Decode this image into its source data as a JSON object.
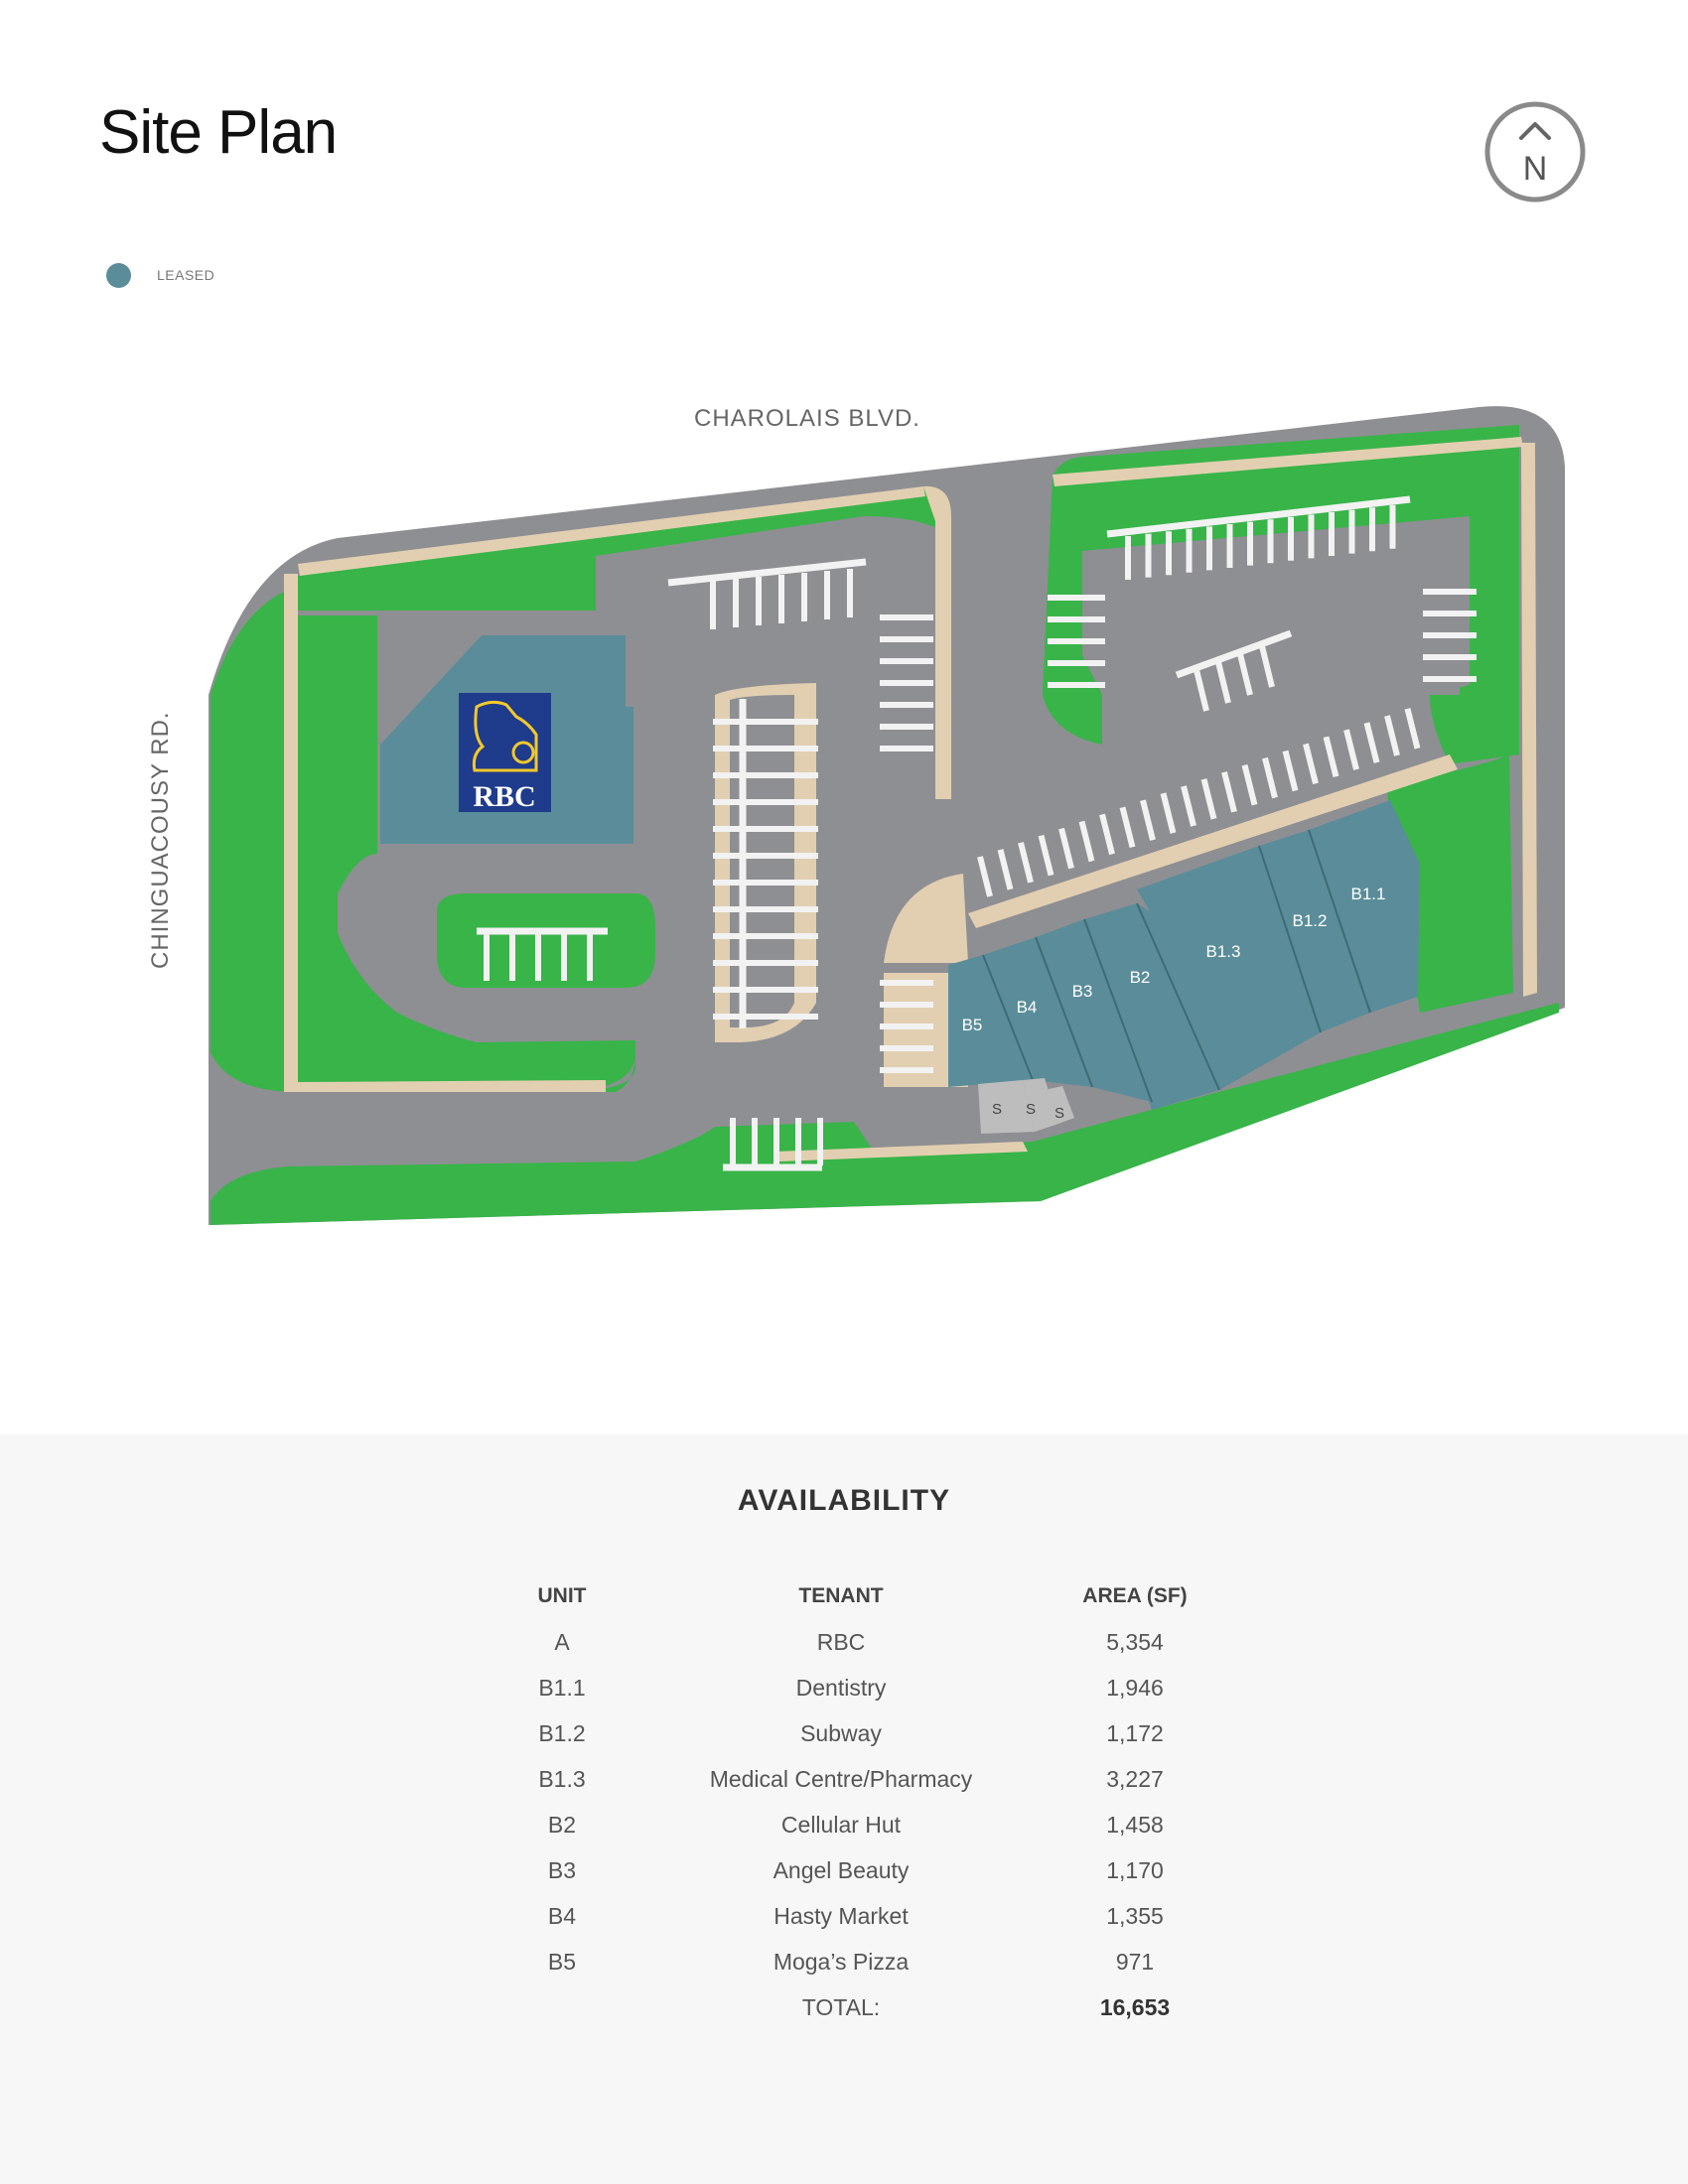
{
  "page": {
    "title": "Site Plan",
    "compass_letter": "N"
  },
  "legend": {
    "label": "LEASED",
    "color": "#5a8d99"
  },
  "map": {
    "roads": {
      "north": "CHAROLAIS BLVD.",
      "west": "CHINGUACOUSY RD."
    },
    "anchor_logo": "RBC",
    "units": [
      "B1.1",
      "B1.2",
      "B1.3",
      "B2",
      "B3",
      "B4",
      "B5"
    ],
    "service_label": "S",
    "colors": {
      "asphalt": "#8e8f93",
      "landscape": "#38b449",
      "sidewalk": "#e2cfb1",
      "leased": "#5a8d99",
      "service": "#bdbdbd",
      "logo_blue": "#1f3b8c",
      "logo_gold": "#f3c92b"
    }
  },
  "availability": {
    "title": "AVAILABILITY",
    "headers": {
      "unit": "UNIT",
      "tenant": "TENANT",
      "area": "AREA (SF)"
    },
    "rows": [
      {
        "unit": "A",
        "tenant": "RBC",
        "area": "5,354"
      },
      {
        "unit": "B1.1",
        "tenant": "Dentistry",
        "area": "1,946"
      },
      {
        "unit": "B1.2",
        "tenant": "Subway",
        "area": "1,172"
      },
      {
        "unit": "B1.3",
        "tenant": "Medical Centre/Pharmacy",
        "area": "3,227"
      },
      {
        "unit": "B2",
        "tenant": "Cellular Hut",
        "area": "1,458"
      },
      {
        "unit": "B3",
        "tenant": "Angel Beauty",
        "area": "1,170"
      },
      {
        "unit": "B4",
        "tenant": "Hasty Market",
        "area": "1,355"
      },
      {
        "unit": "B5",
        "tenant": "Moga’s Pizza",
        "area": "971"
      }
    ],
    "total": {
      "label": "TOTAL:",
      "value": "16,653"
    }
  }
}
